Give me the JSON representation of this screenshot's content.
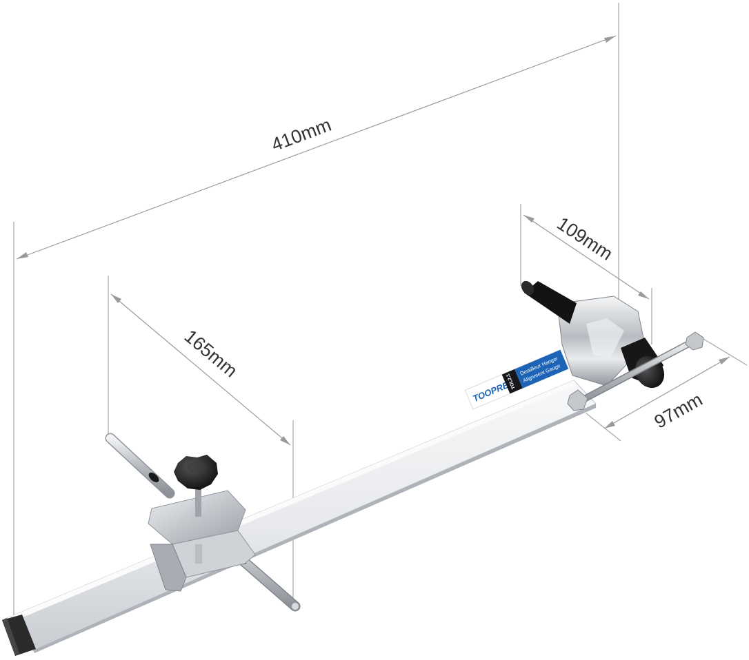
{
  "dimensions": {
    "length_total": "410mm",
    "length_tip": "109mm",
    "length_arm": "165mm",
    "length_rod": "97mm"
  },
  "product": {
    "brand": "TOOPRE",
    "model": "TOL2.1",
    "label_line1": "Derailleur Hanger",
    "label_line2": "Alignment Gauge"
  },
  "colors": {
    "label_blue": "#1d63b6",
    "bar_silver": "#eceef0",
    "knob_black": "#1a1a1a"
  }
}
